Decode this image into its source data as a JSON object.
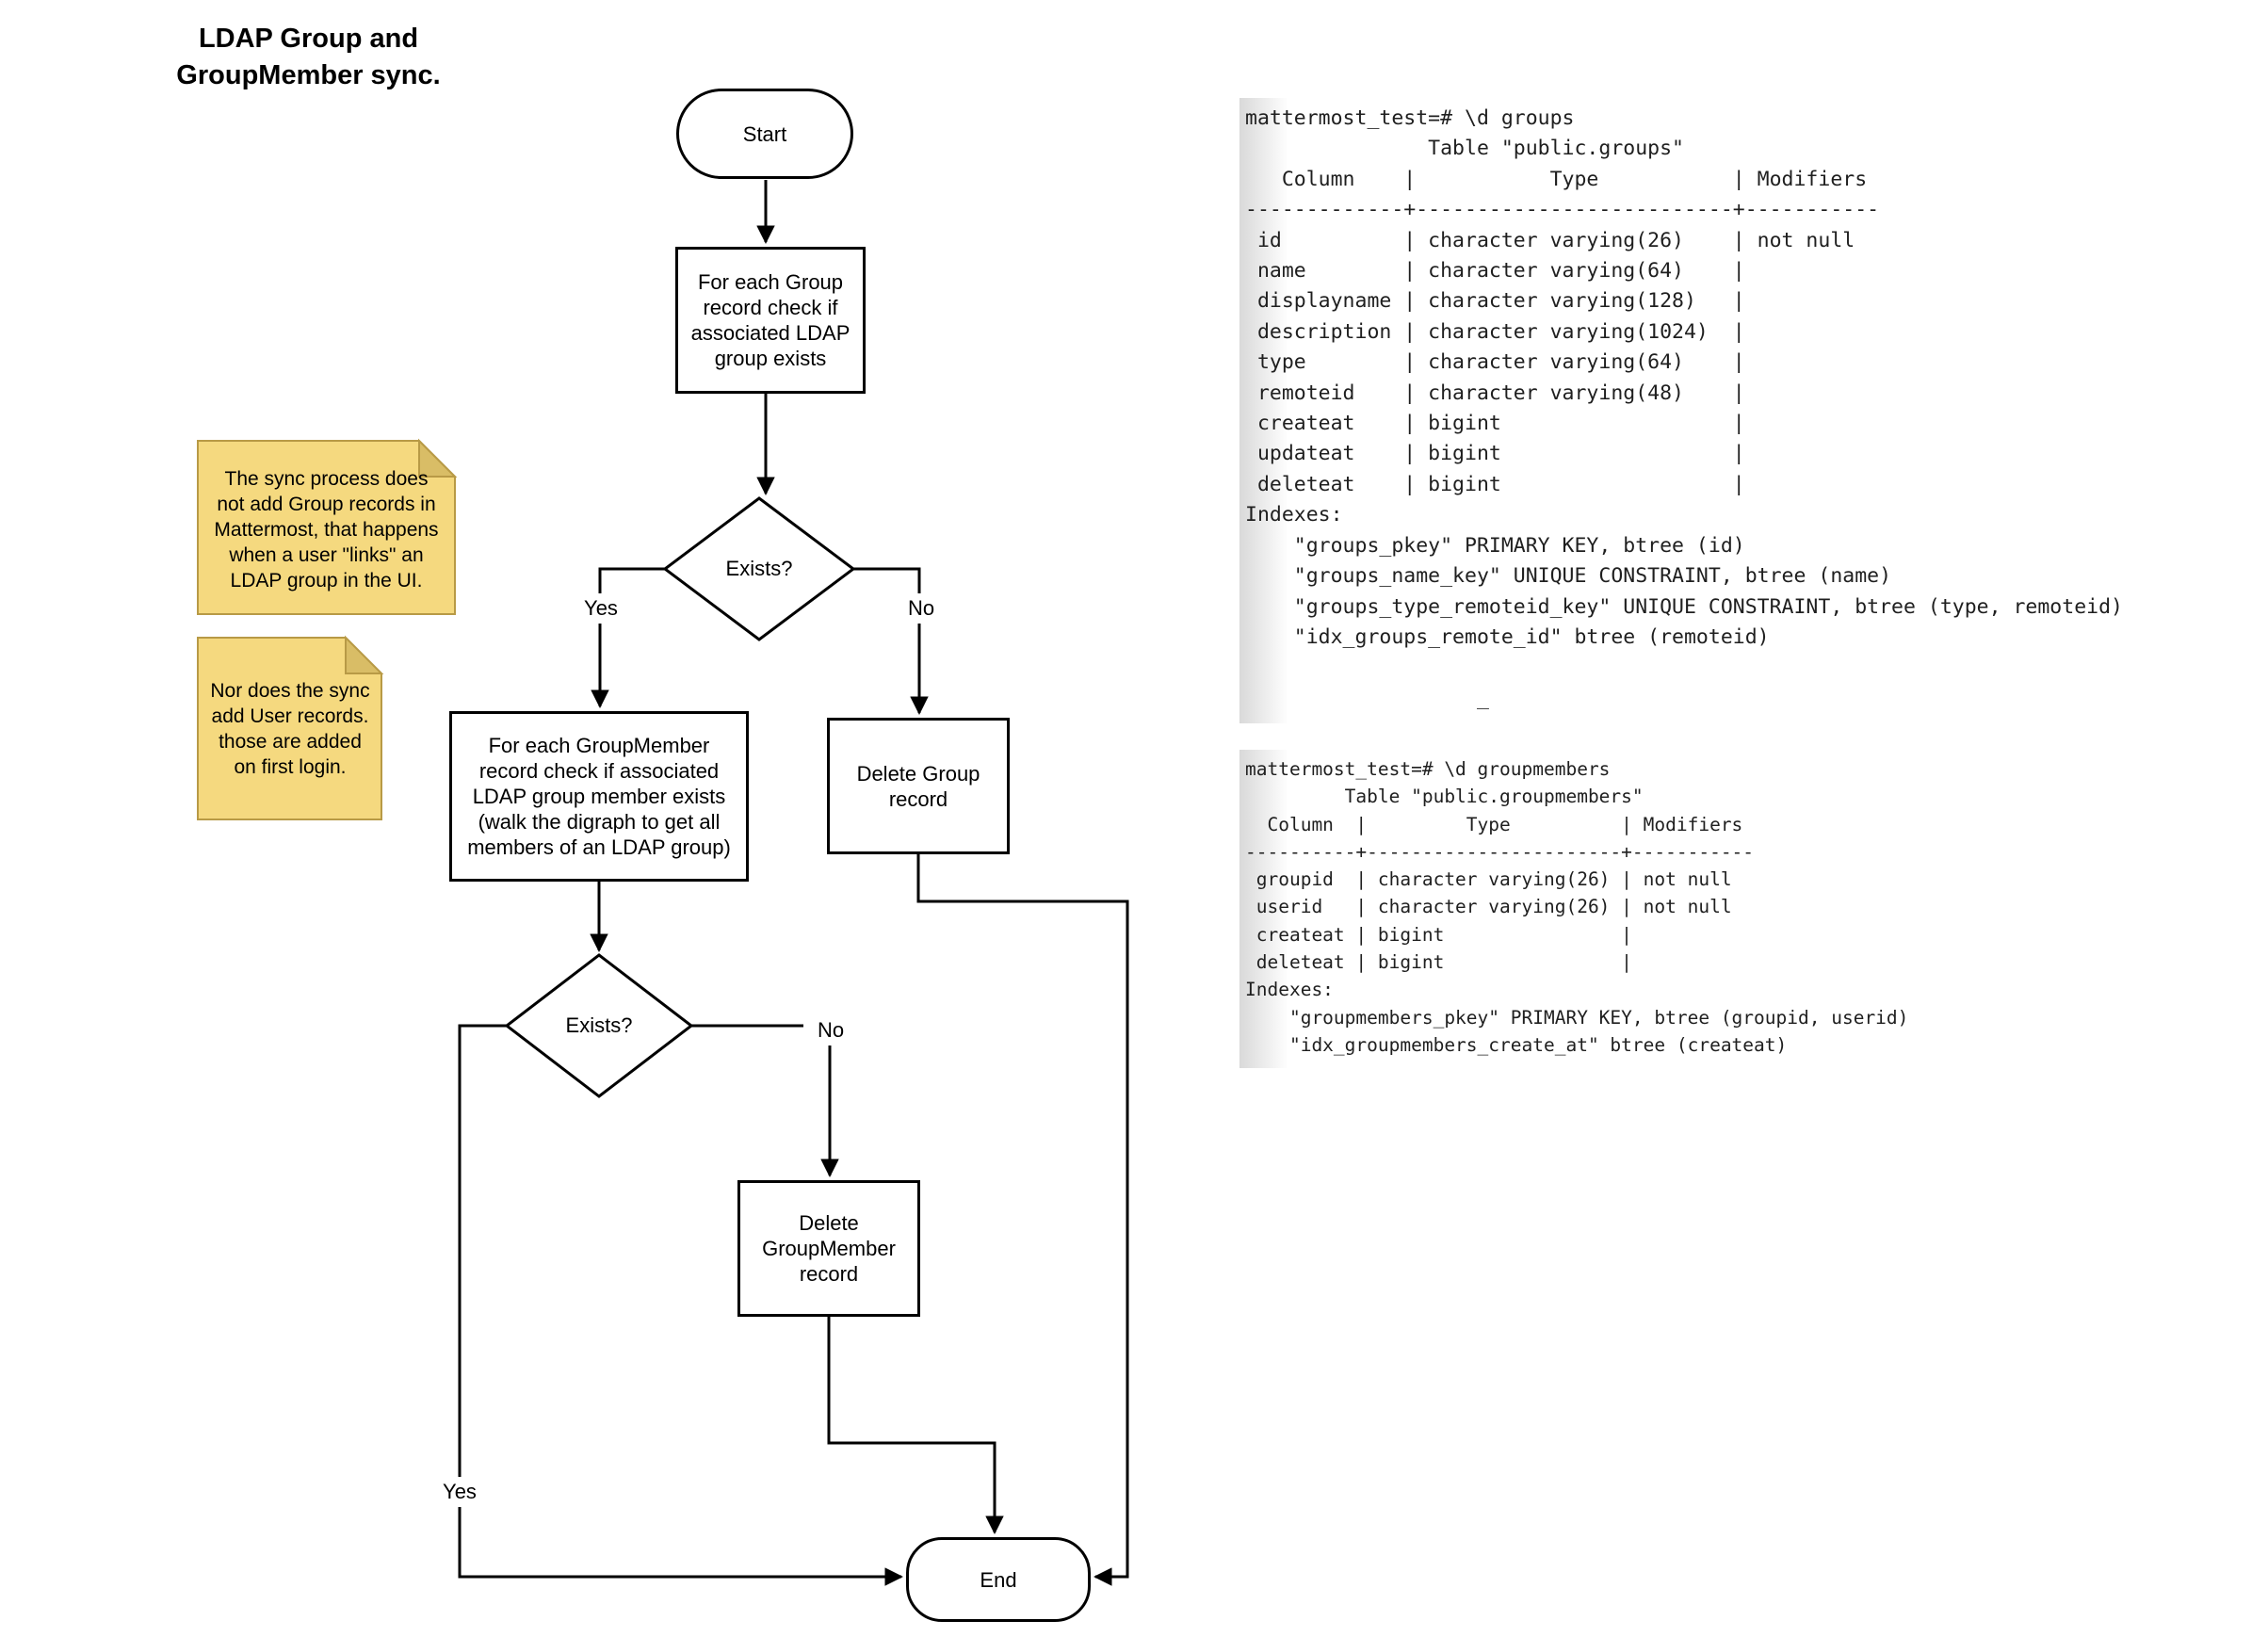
{
  "title": "LDAP Group and\nGroupMember sync.",
  "flowchart": {
    "start_label": "Start",
    "end_label": "End",
    "process_group_check": "For each Group record check if associated LDAP group exists",
    "decision_group_exists": "Exists?",
    "process_groupmember_check": "For each GroupMember record check if associated LDAP group member exists (walk the digraph to get all members of an LDAP group)",
    "delete_group": "Delete Group record",
    "decision_groupmember_exists": "Exists?",
    "delete_groupmember": "Delete GroupMember record",
    "labels": {
      "yes": "Yes",
      "no": "No"
    }
  },
  "notes": [
    {
      "text": "The sync process does\nnot add Group records in\nMattermost, that happens\nwhen a user \"links\" an\nLDAP group in the UI."
    },
    {
      "text": "Nor does the sync\nadd User records.\nthose are added\non first login."
    }
  ],
  "terminals": [
    {
      "lines": [
        "mattermost_test=# \\d groups",
        "               Table \"public.groups\"",
        "   Column    |           Type           | Modifiers ",
        "-------------+--------------------------+-----------",
        " id          | character varying(26)    | not null",
        " name        | character varying(64)    | ",
        " displayname | character varying(128)   | ",
        " description | character varying(1024)  | ",
        " type        | character varying(64)    | ",
        " remoteid    | character varying(48)    | ",
        " createat    | bigint                   | ",
        " updateat    | bigint                   | ",
        " deleteat    | bigint                   | ",
        "Indexes:",
        "    \"groups_pkey\" PRIMARY KEY, btree (id)",
        "    \"groups_name_key\" UNIQUE CONSTRAINT, btree (name)",
        "    \"groups_type_remoteid_key\" UNIQUE CONSTRAINT, btree (type, remoteid)",
        "    \"idx_groups_remote_id\" btree (remoteid)",
        "",
        "                   _"
      ]
    },
    {
      "lines": [
        "mattermost_test=# \\d groupmembers",
        "         Table \"public.groupmembers\"",
        "  Column  |         Type          | Modifiers ",
        "----------+-----------------------+-----------",
        " groupid  | character varying(26) | not null",
        " userid   | character varying(26) | not null",
        " createat | bigint                | ",
        " deleteat | bigint                | ",
        "Indexes:",
        "    \"groupmembers_pkey\" PRIMARY KEY, btree (groupid, userid)",
        "    \"idx_groupmembers_create_at\" btree (createat)"
      ]
    }
  ],
  "colors": {
    "flow_stroke": "#000000",
    "note_fill": "#f5d97f",
    "note_fold": "#d9bd66",
    "note_border": "#b89a46",
    "terminal_text": "#1f1f1f",
    "terminal_gradient_edge": "#d9d9d9"
  }
}
